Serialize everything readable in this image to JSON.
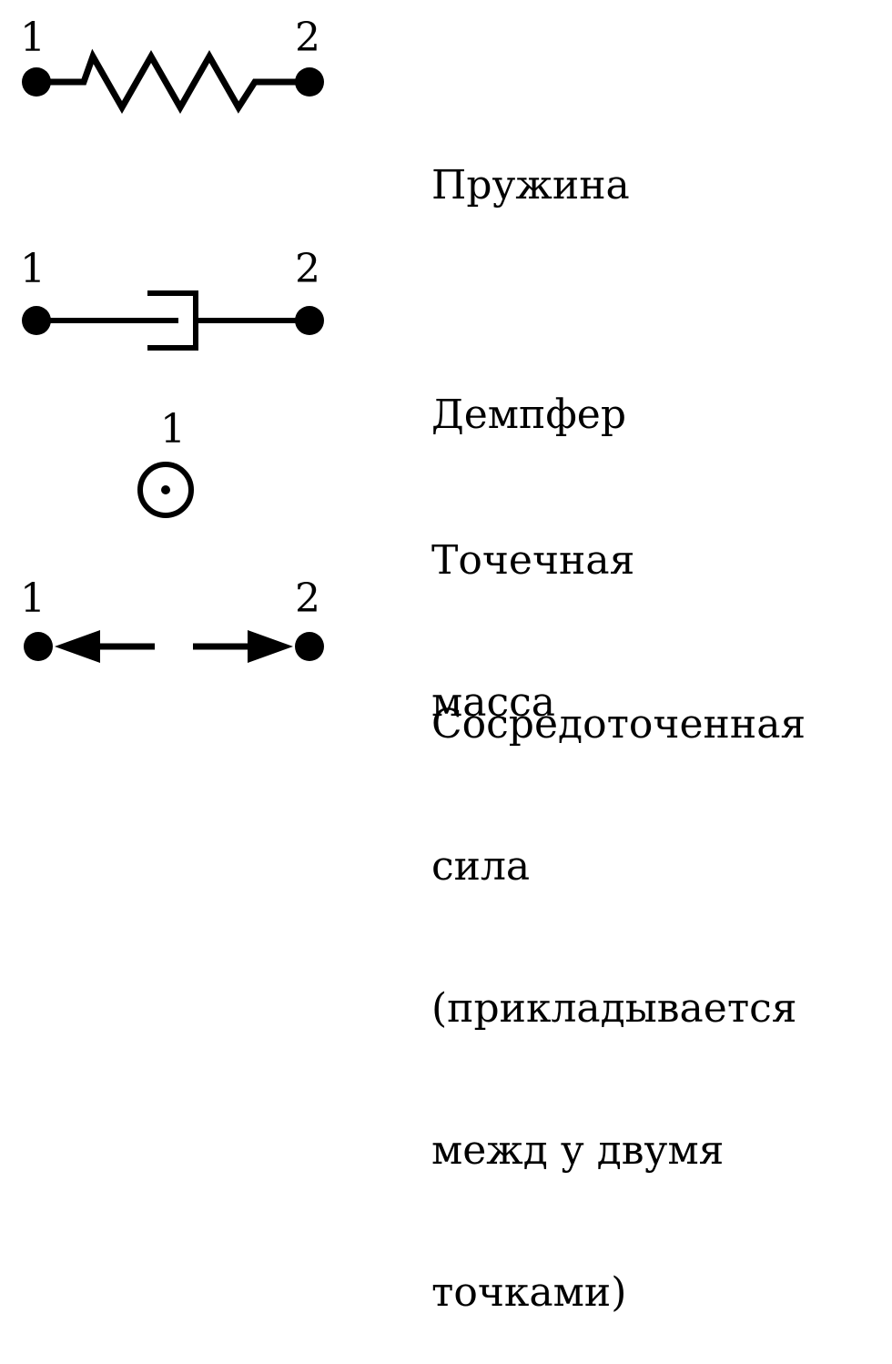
{
  "colors": {
    "ink": "#000000",
    "background": "#ffffff"
  },
  "legend": [
    {
      "symbol": "spring-icon",
      "node_labels": [
        "1",
        "2"
      ],
      "label_lines": [
        "Пружина"
      ]
    },
    {
      "symbol": "damper-icon",
      "node_labels": [
        "1",
        "2"
      ],
      "label_lines": [
        "Демпфер"
      ]
    },
    {
      "symbol": "point-mass-icon",
      "node_labels": [
        "1"
      ],
      "label_lines": [
        "Точечная",
        "масса"
      ]
    },
    {
      "symbol": "concentrated-force-icon",
      "node_labels": [
        "1",
        "2"
      ],
      "label_lines": [
        "Сосредоточенная",
        "сила",
        "(прикладывается",
        "межд у двумя",
        "точками)"
      ]
    }
  ]
}
